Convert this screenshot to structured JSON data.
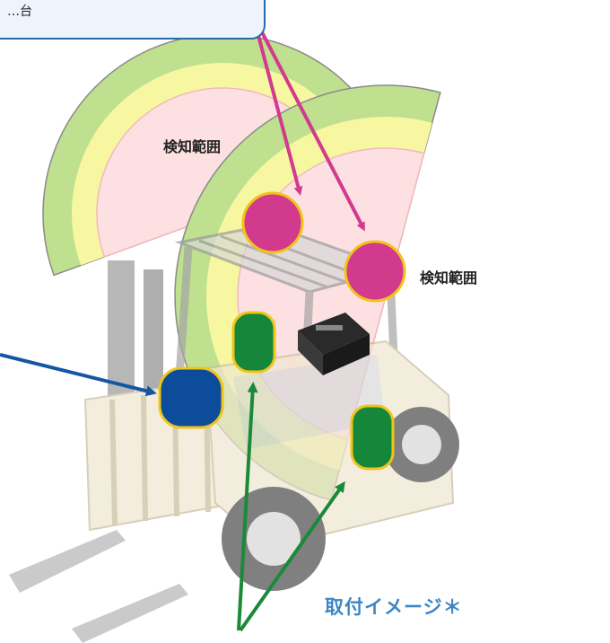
{
  "callout": {
    "text": "…台"
  },
  "detection_label_left": "検知範囲",
  "detection_label_right": "検知範囲",
  "install_caption": "取付イメージ＊",
  "colors": {
    "zone_outer": "#bfe08e",
    "zone_middle": "#f6f7a0",
    "zone_inner": "#fde0e2",
    "sensor_magenta": "#d23a8e",
    "sensor_blue": "#0d4c9a",
    "sensor_green": "#14873a",
    "sensor_border": "#f0c419",
    "arrow_magenta": "#d23a8e",
    "arrow_blue": "#1456a0",
    "arrow_green": "#1a8a3a",
    "caption_blue": "#3b86c6"
  },
  "icons": [
    "forklift-illustration",
    "camera-device-icon"
  ]
}
